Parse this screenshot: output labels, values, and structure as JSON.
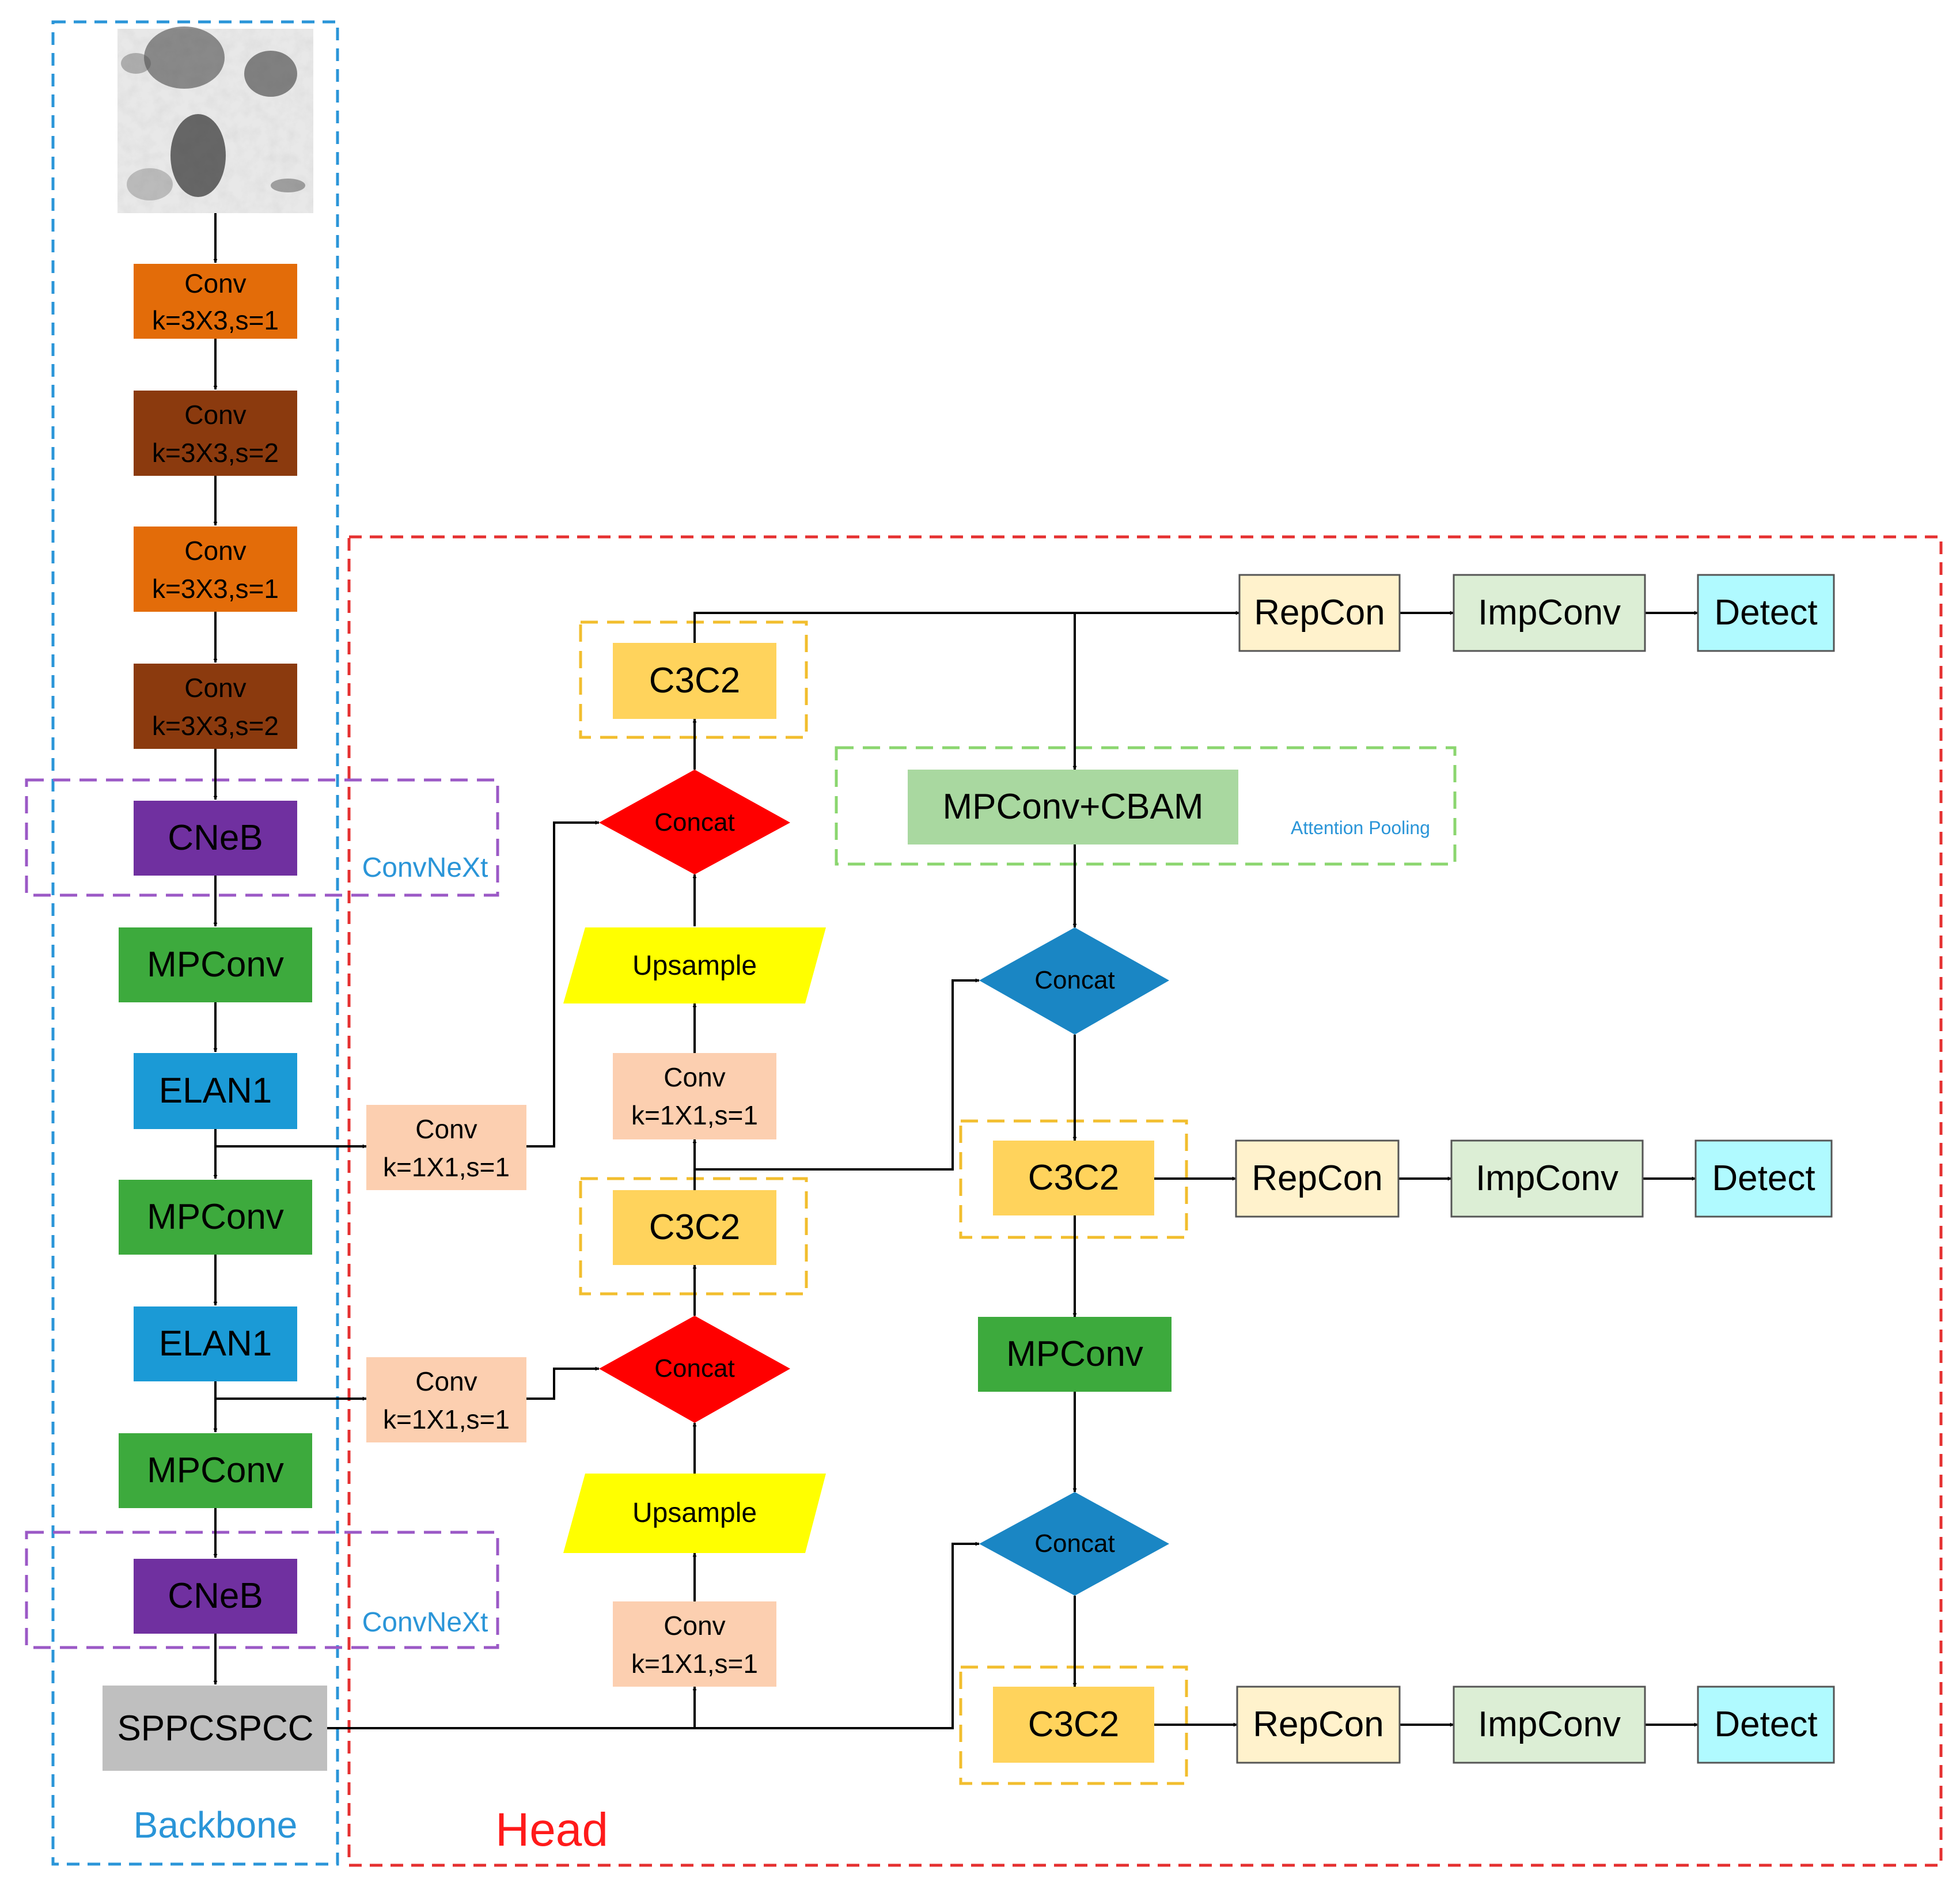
{
  "groups": {
    "backbone_label": "Backbone",
    "head_label": "Head",
    "convnext_label_1": "ConvNeXt",
    "convnext_label_2": "ConvNeXt",
    "attention_label": "Attention Pooling"
  },
  "backbone": {
    "input_image": "input-image",
    "conv1": [
      "Conv",
      "k=3X3,s=1"
    ],
    "conv2": [
      "Conv",
      "k=3X3,s=2"
    ],
    "conv3": [
      "Conv",
      "k=3X3,s=1"
    ],
    "conv4": [
      "Conv",
      "k=3X3,s=2"
    ],
    "cneb1": "CNeB",
    "mpconv1": "MPConv",
    "elan1a": "ELAN1",
    "mpconv2": "MPConv",
    "elan1b": "ELAN1",
    "mpconv3": "MPConv",
    "cneb2": "CNeB",
    "sppcspcc": "SPPCSPCC"
  },
  "head": {
    "conv_lat1": [
      "Conv",
      "k=1X1,s=1"
    ],
    "conv_lat2": [
      "Conv",
      "k=1X1,s=1"
    ],
    "conv_mid": [
      "Conv",
      "k=1X1,s=1"
    ],
    "conv_bottom": [
      "Conv",
      "k=1X1,s=1"
    ],
    "upsample1": "Upsample",
    "upsample2": "Upsample",
    "concat_red1": "Concat",
    "concat_red2": "Concat",
    "concat_blue1": "Concat",
    "concat_blue2": "Concat",
    "c3c2_top": "C3C2",
    "c3c2_mid_left": "C3C2",
    "c3c2_mid_right": "C3C2",
    "c3c2_bottom": "C3C2",
    "mpconv_cbam": "MPConv+CBAM",
    "mpconv_head": "MPConv",
    "repcon": [
      "RepCon",
      "RepCon",
      "RepCon"
    ],
    "impconv": [
      "ImpConv",
      "ImpConv",
      "ImpConv"
    ],
    "detect": [
      "Detect",
      "Detect",
      "Detect"
    ]
  },
  "colors": {
    "conv_orange": "#E36C09",
    "conv_brown": "#8B3A0E",
    "cneb_purple": "#7030A0",
    "mpconv_green": "#3DAA3D",
    "elan_blue": "#1B9AD6",
    "spp_gray": "#BFBFBF",
    "conv_peach": "#FCCFB0",
    "upsample_yellow": "#FFFF00",
    "concat_red": "#FF0000",
    "concat_blue": "#1A86C4",
    "c3c2_gold": "#FFD35C",
    "cbam_green": "#A9D8A0",
    "repcon_cream": "#FFF2CC",
    "impconv_mint": "#DCEED5",
    "detect_cyan": "#B0FAFF",
    "backbone_border": "#2A95D8",
    "head_border": "#E53030",
    "convnext_border": "#9B59C6",
    "attention_border": "#8BD66F",
    "c3c2_border": "#F2BE2E"
  }
}
